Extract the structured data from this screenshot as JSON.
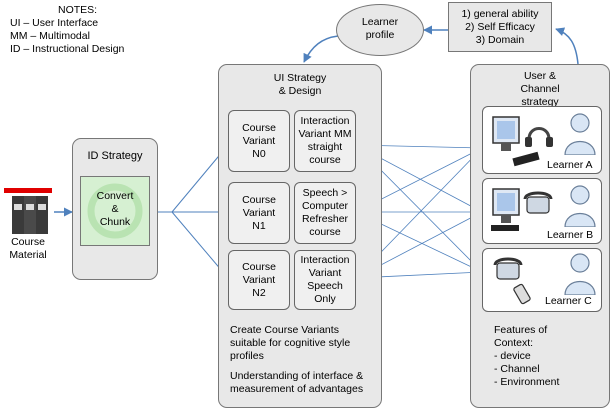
{
  "notes": {
    "title": "NOTES:",
    "lines": [
      "UI – User Interface",
      "MM – Multimodal",
      "ID – Instructional Design"
    ]
  },
  "course_material": {
    "label_line1": "Course",
    "label_line2": "Material"
  },
  "id_strategy": {
    "title": "ID Strategy",
    "convert_line1": "Convert",
    "convert_amp": "&",
    "convert_line2": "Chunk"
  },
  "ui_strategy": {
    "title_line1": "UI Strategy",
    "title_line2": "& Design",
    "rows": [
      {
        "variant": [
          "Course",
          "Variant",
          "N0"
        ],
        "interaction": [
          "Interaction",
          "Variant MM",
          "straight",
          "course"
        ]
      },
      {
        "variant": [
          "Course",
          "Variant",
          "N1"
        ],
        "interaction": [
          "Speech >",
          "Computer",
          "Refresher",
          "course"
        ]
      },
      {
        "variant": [
          "Course",
          "Variant",
          "N2"
        ],
        "interaction": [
          "Interaction",
          "Variant",
          "Speech Only"
        ]
      }
    ],
    "note1": [
      "Create Course Variants",
      "suitable for cognitive style",
      "profiles"
    ],
    "note2": [
      "Understanding of interface &",
      "measurement of advantages"
    ]
  },
  "learner_profile": {
    "line1": "Learner",
    "line2": "profile"
  },
  "abilities": [
    "1) general ability",
    "2) Self Efficacy",
    "3) Domain"
  ],
  "user_channel": {
    "title": [
      "User &",
      "Channel",
      "strategy"
    ],
    "learners": [
      "Learner A",
      "Learner B",
      "Learner C"
    ],
    "features": [
      "Features of",
      "Context:",
      "- device",
      "- Channel",
      "- Environment"
    ]
  },
  "colors": {
    "arrow": "#4f81bd",
    "panel": "#e8e8e8",
    "convert_fill": "#d6f0d2"
  }
}
